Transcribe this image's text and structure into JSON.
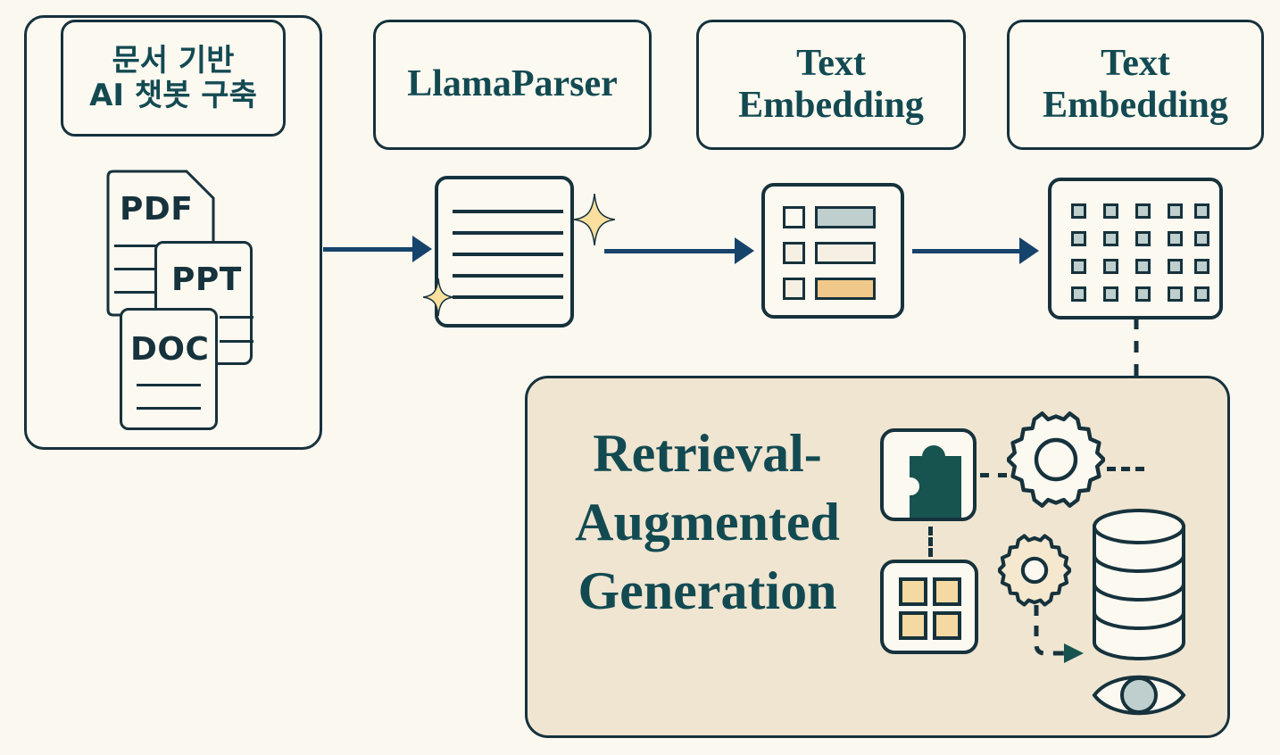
{
  "page": {
    "background_color": "#FBF8F0",
    "ink_color": "#16323C",
    "accent_teal": "#134A52",
    "accent_sage": "#BECFCD",
    "accent_orange": "#F0C98A",
    "panel_beige": "#EFE5D1",
    "card_cream": "#FCF9F1"
  },
  "stages": {
    "title": "문서 기반\nAI 챗봇 구축",
    "title_line1": "문서 기반",
    "title_line2": "AI 챗봇 구축",
    "llamaparser": "LlamaParser",
    "embedding_1_line1": "Text",
    "embedding_1_line2": "Embedding",
    "embedding_2_line1": "Text",
    "embedding_2_line2": "Embedding"
  },
  "documents": [
    {
      "label": "PDF",
      "type": "pdf-document"
    },
    {
      "label": "PPT",
      "type": "ppt-document"
    },
    {
      "label": "DOC",
      "type": "doc-document"
    }
  ],
  "rag": {
    "title_line1": "Retrieval-",
    "title_line2": "Augmented",
    "title_line3": "Generation",
    "icons": [
      "puzzle-piece-icon",
      "gear-icon",
      "grid-four-icon",
      "gear-small-icon",
      "database-icon",
      "eye-icon"
    ]
  },
  "icons": {
    "parsed_document": "document-lines-icon",
    "sparkle": "sparkle-icon",
    "chunk_list": "list-rows-icon",
    "embedding_matrix": "grid-matrix-icon",
    "arrow": "arrow-right-icon"
  },
  "chunk_rows": [
    {
      "bar_color": "#BECFCD"
    },
    {
      "bar_color": "#F6EFE3"
    },
    {
      "bar_color": "#F0C98A"
    }
  ],
  "matrix": {
    "columns": 5,
    "rows": 4,
    "cell_color": "#BECFCD"
  },
  "flow": {
    "arrows": 3,
    "dashed_connections": 3
  }
}
